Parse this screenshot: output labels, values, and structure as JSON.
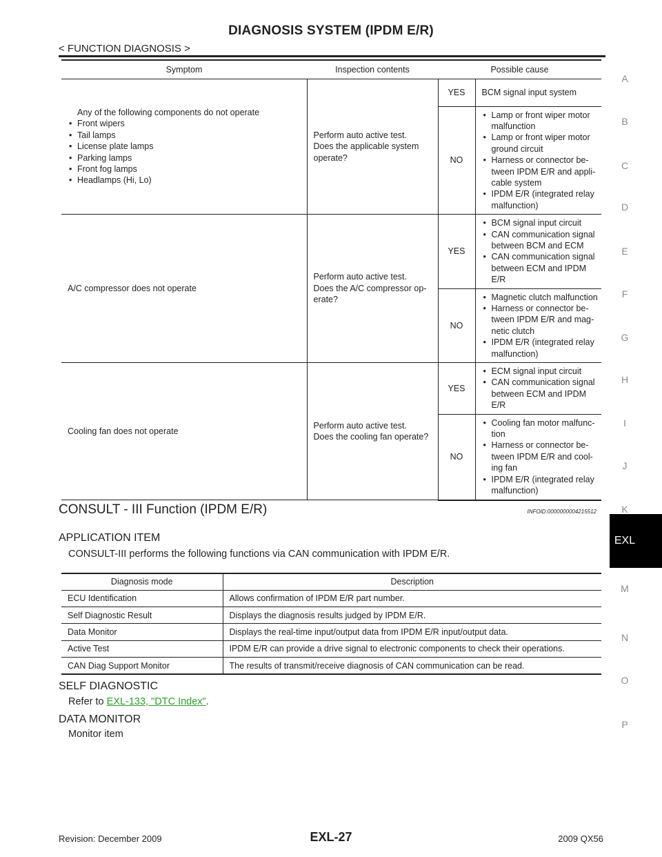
{
  "header": {
    "title": "DIAGNOSIS SYSTEM (IPDM E/R)",
    "subtitle": "< FUNCTION DIAGNOSIS >"
  },
  "side_index": {
    "letters": [
      "A",
      "B",
      "C",
      "D",
      "E",
      "F",
      "G",
      "H",
      "I",
      "J",
      "K",
      "EXL",
      "M",
      "N",
      "O",
      "P"
    ],
    "active": "EXL"
  },
  "symptom_table": {
    "headers": [
      "Symptom",
      "Inspection contents",
      "Possible cause"
    ],
    "rows": [
      {
        "symptom_intro": "Any of the following components do not operate",
        "symptom_items": [
          "Front wipers",
          "Tail lamps",
          "License plate lamps",
          "Parking lamps",
          "Front fog lamps",
          "Headlamps (Hi, Lo)"
        ],
        "inspection": "Perform auto active test.\nDoes the applicable system operate?",
        "yes_label": "YES",
        "yes_causes": [
          "BCM signal input system"
        ],
        "no_label": "NO",
        "no_causes": [
          "Lamp or front wiper motor malfunction",
          "Lamp or front wiper motor ground circuit",
          "Harness or connector be-tween IPDM E/R and appli-cable system",
          "IPDM E/R (integrated relay malfunction)"
        ]
      },
      {
        "symptom": "A/C compressor does not operate",
        "inspection": "Perform auto active test.\nDoes the A/C compressor op-erate?",
        "yes_label": "YES",
        "yes_causes": [
          "BCM signal input circuit",
          "CAN communication signal between BCM and ECM",
          "CAN communication signal between ECM and IPDM E/R"
        ],
        "no_label": "NO",
        "no_causes": [
          "Magnetic clutch malfunction",
          "Harness or connector be-tween IPDM E/R and mag-netic clutch",
          "IPDM E/R (integrated relay malfunction)"
        ]
      },
      {
        "symptom": "Cooling fan does not operate",
        "inspection": "Perform auto active test.\nDoes the cooling fan operate?",
        "yes_label": "YES",
        "yes_causes": [
          "ECM signal input circuit",
          "CAN communication signal between ECM and IPDM E/R"
        ],
        "no_label": "NO",
        "no_causes": [
          "Cooling fan motor malfunc-tion",
          "Harness or connector be-tween IPDM E/R and cool-ing fan",
          "IPDM E/R (integrated relay malfunction)"
        ]
      }
    ]
  },
  "consult_section": {
    "title": "CONSULT - III Function (IPDM E/R)",
    "infoid": "INFOID:0000000004215512",
    "application_heading": "APPLICATION ITEM",
    "application_text": "CONSULT-III performs the following functions via CAN communication with IPDM E/R.",
    "table_headers": [
      "Diagnosis mode",
      "Description"
    ],
    "table_rows": [
      [
        "ECU Identification",
        "Allows confirmation of IPDM E/R part number."
      ],
      [
        "Self Diagnostic Result",
        "Displays the diagnosis results judged by IPDM E/R."
      ],
      [
        "Data Monitor",
        "Displays the real-time input/output data from IPDM E/R input/output data."
      ],
      [
        "Active Test",
        "IPDM E/R can provide a drive signal to electronic components to check their operations."
      ],
      [
        "CAN Diag Support Monitor",
        "The results of transmit/receive diagnosis of CAN communication can be read."
      ]
    ],
    "self_diag_heading": "SELF DIAGNOSTIC",
    "self_diag_prefix": "Refer to ",
    "self_diag_link": "EXL-133, \"DTC Index\"",
    "self_diag_suffix": ".",
    "data_monitor_heading": "DATA MONITOR",
    "data_monitor_text": "Monitor item"
  },
  "footer": {
    "revision": "Revision: December 2009",
    "page": "EXL-27",
    "model": "2009 QX56"
  }
}
